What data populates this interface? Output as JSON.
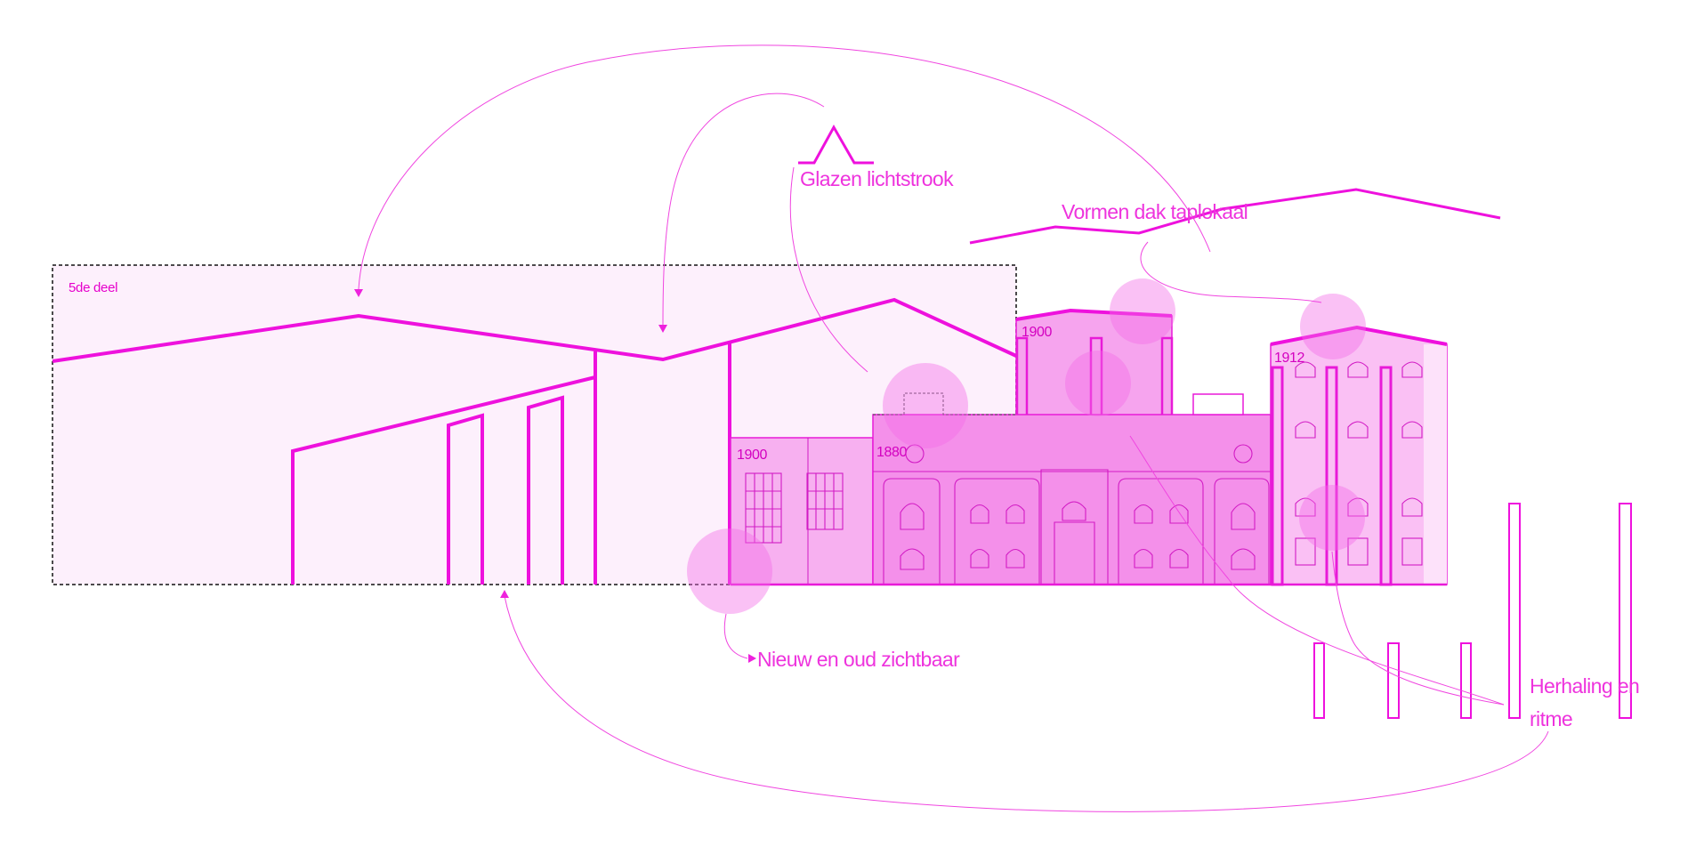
{
  "colors": {
    "accent": "#ee11dd",
    "fill_light": "#fdeafb",
    "fill_mid": "#f7a8ef",
    "fill_strong": "#f490ea",
    "bubble": "#f26be6"
  },
  "labels": {
    "fifth_part": "5de deel",
    "glass_strip": "Glazen lichtstrook",
    "roof_shapes": "Vormen dak taplokaal",
    "new_old_visible": "Nieuw en oud zichtbaar",
    "repetition_line1": "Herhaling en",
    "repetition_line2": "ritme"
  },
  "years": {
    "left_wing": "1900",
    "main_hall": "1880",
    "tower": "1900",
    "right_wing": "1912"
  }
}
